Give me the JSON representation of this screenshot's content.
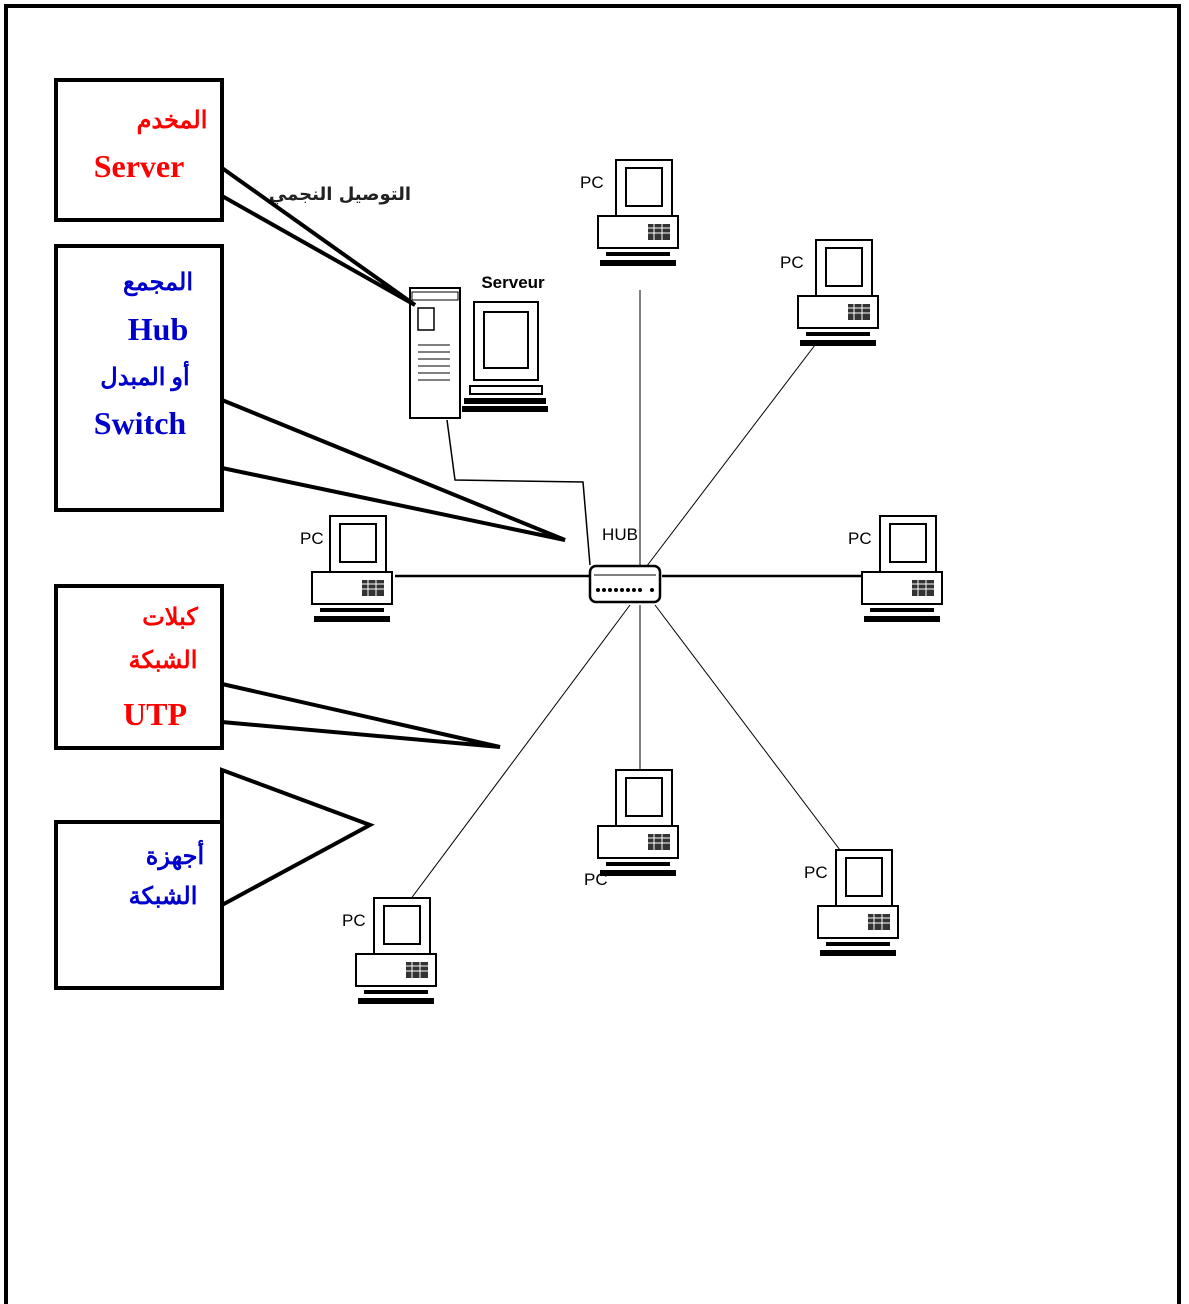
{
  "diagram": {
    "title": "التوصيل النجمي",
    "server_label": "Serveur",
    "hub_label": "HUB",
    "pc_label": "PC",
    "callouts": {
      "server": {
        "lines": [
          "المخدم",
          "Server"
        ],
        "color": "#ff0000"
      },
      "hub": {
        "lines": [
          "المجمع",
          "Hub",
          "أو المبدل",
          "Switch"
        ],
        "color": "#0000cc"
      },
      "cables": {
        "lines": [
          "كبلات",
          "الشبكة",
          "UTP"
        ],
        "color": "#ff0000"
      },
      "devices": {
        "lines": [
          "أجهزة",
          "الشبكة"
        ],
        "color": "#0000cc"
      }
    }
  }
}
